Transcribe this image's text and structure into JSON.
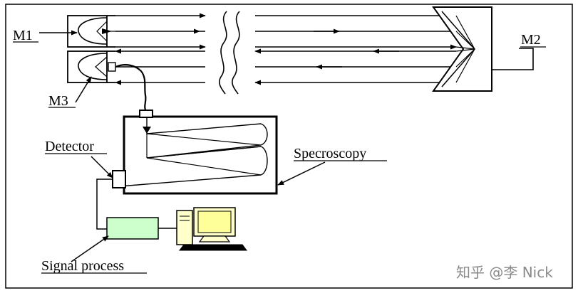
{
  "labels": {
    "m1": "M1",
    "m2": "M2",
    "m3": "M3",
    "detector": "Detector",
    "spectroscopy": "Specroscopy",
    "signal_process": "Signal process"
  },
  "watermark": "知乎 @李 Nick",
  "colors": {
    "line": "#000000",
    "signal_processor_fill": "#ccffcc",
    "monitor_screen": "#ffff99",
    "computer_body": "#ffffcc",
    "watermark": "#8a8a8a"
  },
  "icons": {
    "telescope_transmitter": "telescope-icon",
    "telescope_receiver": "telescope-icon",
    "retroreflector": "corner-cube-icon",
    "computer": "computer-icon"
  }
}
